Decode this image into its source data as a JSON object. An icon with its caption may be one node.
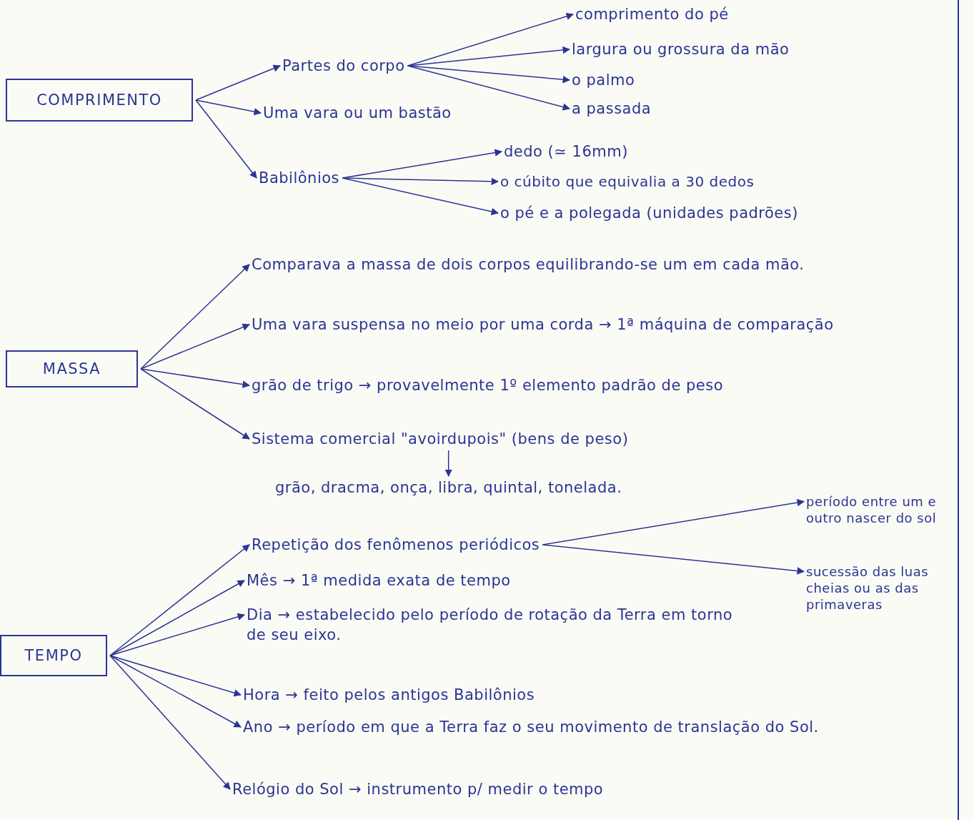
{
  "diagram": {
    "nodes": [
      {
        "text": [
          "COMPRIMENTO"
        ]
      },
      {
        "text": [
          "Partes do corpo"
        ]
      },
      {
        "text": [
          "comprimento do pé"
        ]
      },
      {
        "text": [
          "largura ou grossura da mão"
        ]
      },
      {
        "text": [
          "o palmo"
        ]
      },
      {
        "text": [
          "a passada"
        ]
      },
      {
        "text": [
          "Uma vara ou um bastão"
        ]
      },
      {
        "text": [
          "Babilônios"
        ]
      },
      {
        "text": [
          "dedo (≃ 16mm)"
        ]
      },
      {
        "text": [
          "o cúbito que equivalia a 30 dedos"
        ]
      },
      {
        "text": [
          "o pé e a polegada (unidades padrões)"
        ]
      },
      {
        "text": [
          "MASSA"
        ]
      },
      {
        "text": [
          "Comparava a massa de dois corpos equilibrando-se um em cada mão."
        ]
      },
      {
        "text": [
          "Uma vara suspensa no meio por uma corda → 1ª máquina de comparação"
        ]
      },
      {
        "text": [
          "grão de trigo → provavelmente 1º elemento padrão de peso"
        ]
      },
      {
        "text": [
          "Sistema comercial \"avoirdupois\" (bens de peso)"
        ]
      },
      {
        "text": [
          "grão, dracma, onça, libra, quintal, tonelada."
        ]
      },
      {
        "text": [
          "TEMPO"
        ]
      },
      {
        "text": [
          "Repetição dos fenômenos periódicos"
        ]
      },
      {
        "text": [
          "período entre um e outro nascer do sol"
        ]
      },
      {
        "text": [
          "sucessão das luas cheias ou as das primaveras"
        ]
      },
      {
        "text": [
          "Mês → 1ª medida exata de tempo"
        ]
      },
      {
        "text": [
          "Dia → estabelecido pelo período de rotação da Terra em torno de seu eixo."
        ]
      },
      {
        "text": [
          "Hora → feito pelos antigos Babilônios"
        ]
      },
      {
        "text": [
          "Ano → período em que a Terra faz o seu movimento de translação do Sol."
        ]
      },
      {
        "text": [
          "Relógio do Sol → instrumento p/ medir o tempo"
        ]
      }
    ],
    "edges": [
      {
        "from": 0,
        "to": 1,
        "arrow": "to"
      },
      {
        "from": 0,
        "to": 6,
        "arrow": "to"
      },
      {
        "from": 0,
        "to": 7,
        "arrow": "to"
      },
      {
        "from": 1,
        "to": 2,
        "arrow": "to"
      },
      {
        "from": 1,
        "to": 3,
        "arrow": "to"
      },
      {
        "from": 1,
        "to": 4,
        "arrow": "to"
      },
      {
        "from": 1,
        "to": 5,
        "arrow": "to"
      },
      {
        "from": 7,
        "to": 8,
        "arrow": "to"
      },
      {
        "from": 7,
        "to": 9,
        "arrow": "to"
      },
      {
        "from": 7,
        "to": 10,
        "arrow": "to"
      },
      {
        "from": 11,
        "to": 12,
        "arrow": "to"
      },
      {
        "from": 11,
        "to": 13,
        "arrow": "to"
      },
      {
        "from": 11,
        "to": 14,
        "arrow": "to"
      },
      {
        "from": 11,
        "to": 15,
        "arrow": "to"
      },
      {
        "from": 15,
        "to": 16,
        "arrow": "to"
      },
      {
        "from": 17,
        "to": 18,
        "arrow": "to"
      },
      {
        "from": 17,
        "to": 21,
        "arrow": "to"
      },
      {
        "from": 17,
        "to": 22,
        "arrow": "to"
      },
      {
        "from": 17,
        "to": 23,
        "arrow": "to"
      },
      {
        "from": 17,
        "to": 24,
        "arrow": "to"
      },
      {
        "from": 17,
        "to": 25,
        "arrow": "to"
      },
      {
        "from": 18,
        "to": 19,
        "arrow": "to"
      },
      {
        "from": 18,
        "to": 20,
        "arrow": "to"
      }
    ]
  }
}
